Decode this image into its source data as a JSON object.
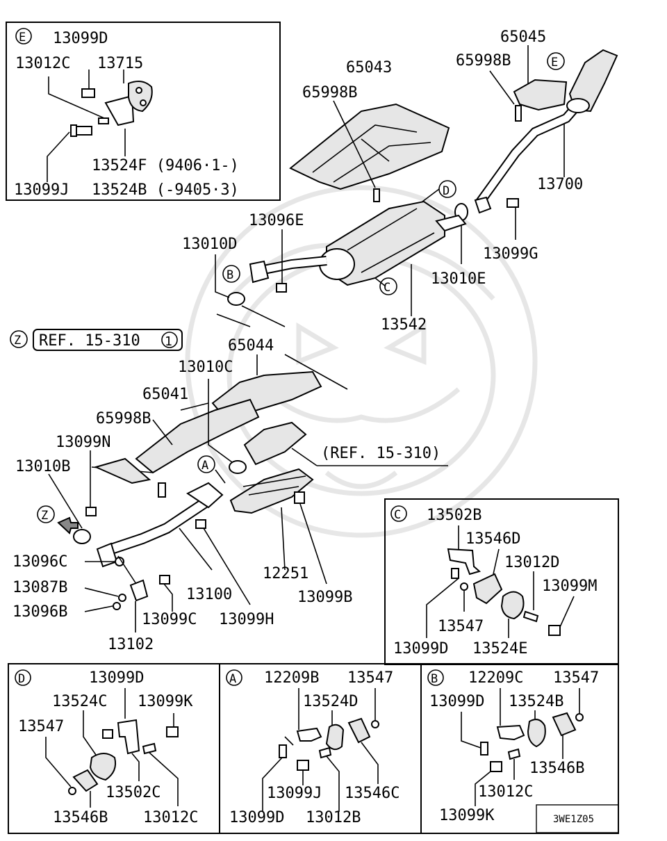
{
  "inset_e": {
    "letter": "E",
    "parts": {
      "p13099D": "13099D",
      "p13012C": "13012C",
      "p13715": "13715",
      "p13524F": "13524F (9406·1-)",
      "p13099J": "13099J",
      "p13524B": "13524B (-9405·3)"
    }
  },
  "main": {
    "parts": {
      "p65043": "65043",
      "p65998B_top": "65998B",
      "p65045": "65045",
      "p65998B_right": "65998B",
      "p13700": "13700",
      "p13096E": "13096E",
      "p13010D": "13010D",
      "p13099G": "13099G",
      "p13010E": "13010E",
      "p13542": "13542",
      "p65044": "65044",
      "p13010C": "13010C",
      "p65041": "65041",
      "p65998B_left": "65998B",
      "p13099N": "13099N",
      "p13010B": "13010B",
      "p13096C": "13096C",
      "p13087B": "13087B",
      "p13096B": "13096B",
      "p13102": "13102",
      "p13099C": "13099C",
      "p13100": "13100",
      "p13099H": "13099H",
      "p12251": "12251",
      "p13099B": "13099B"
    },
    "callouts": {
      "A": "A",
      "B": "B",
      "C": "C",
      "D": "D",
      "E": "E",
      "Z": "Z"
    },
    "ref_z": "REF. 15-310",
    "ref_z_num": "1",
    "ref_cat": "(REF. 15-310)"
  },
  "inset_c": {
    "letter": "C",
    "parts": {
      "p13502B": "13502B",
      "p13546D": "13546D",
      "p13012D": "13012D",
      "p13099M": "13099M",
      "p13547": "13547",
      "p13099D": "13099D",
      "p13524E": "13524E"
    }
  },
  "inset_d": {
    "letter": "D",
    "parts": {
      "p13099D": "13099D",
      "p13524C": "13524C",
      "p13099K": "13099K",
      "p13547": "13547",
      "p13502C": "13502C",
      "p13546B": "13546B",
      "p13012C": "13012C"
    }
  },
  "inset_a": {
    "letter": "A",
    "parts": {
      "p12209B": "12209B",
      "p13547": "13547",
      "p13524D": "13524D",
      "p13099J": "13099J",
      "p13546C": "13546C",
      "p13099D": "13099D",
      "p13012B": "13012B"
    }
  },
  "inset_b": {
    "letter": "B",
    "parts": {
      "p12209C": "12209C",
      "p13547": "13547",
      "p13099D": "13099D",
      "p13524B": "13524B",
      "p13546B": "13546B",
      "p13012C": "13012C",
      "p13099K": "13099K"
    }
  },
  "code": "3WE1Z05"
}
